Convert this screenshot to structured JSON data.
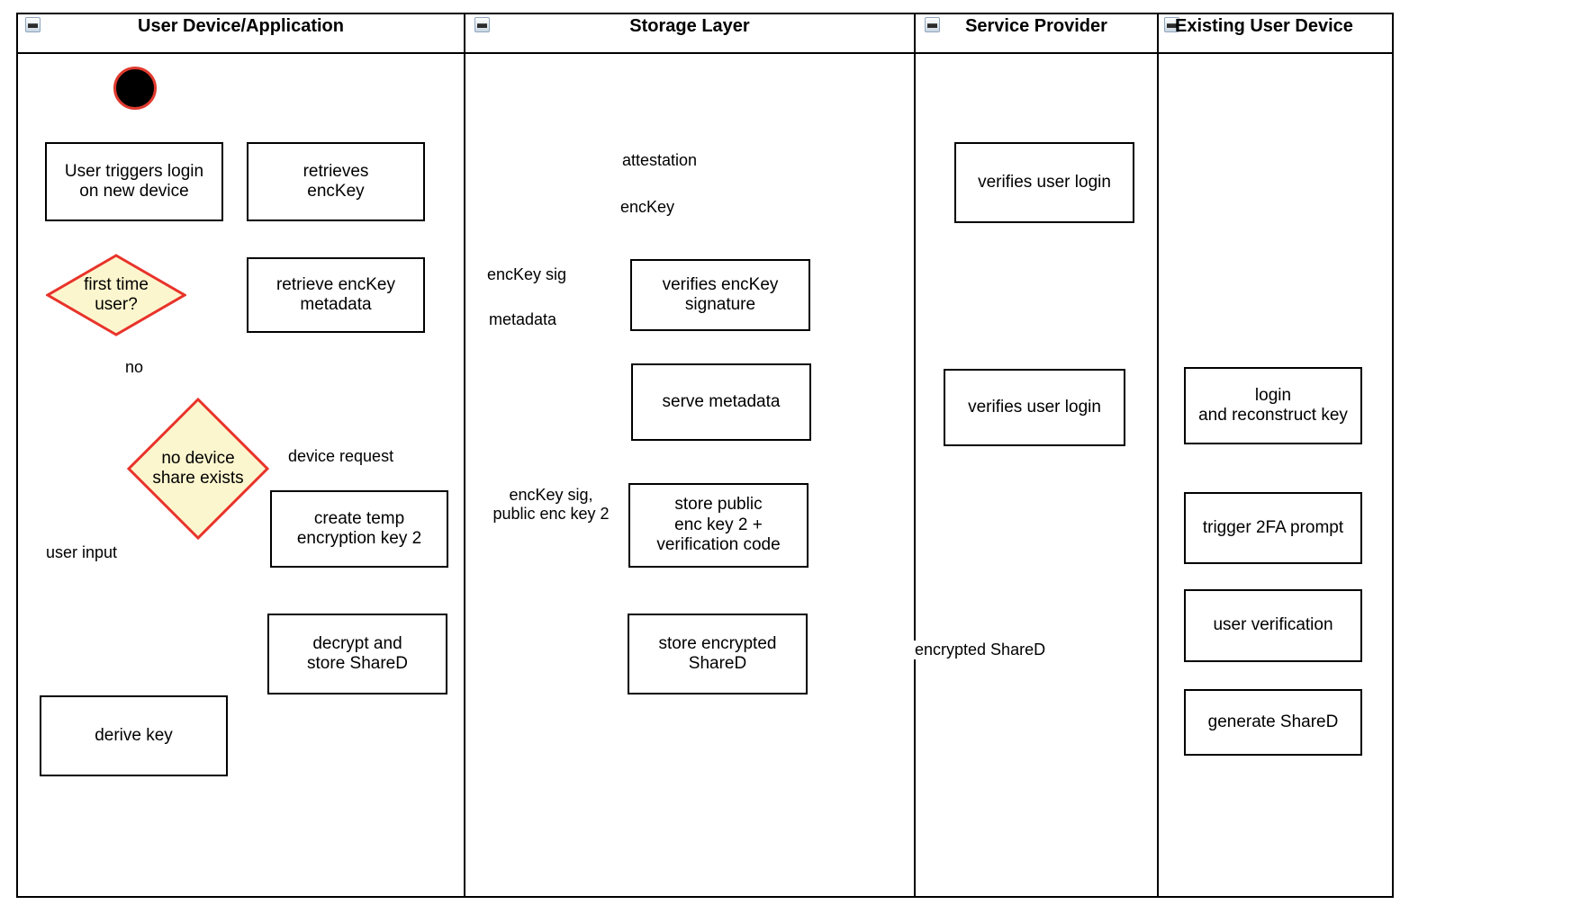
{
  "diagram": {
    "type": "uml-activity-swimlane",
    "title": "Key recovery / device onboarding activity diagram",
    "colors": {
      "edge": "#a05048",
      "decision_fill": "#fcf6ce",
      "decision_stroke": "#e8332a",
      "node_stroke": "#000000",
      "start_fill": "#000000",
      "start_stroke": "#e03a2f",
      "lane_stroke": "#000000",
      "background": "#ffffff"
    },
    "lanes": [
      {
        "id": "user-device",
        "label": "User Device/Application",
        "collapse_icon": "collapse-minus-icon"
      },
      {
        "id": "storage-layer",
        "label": "Storage Layer",
        "collapse_icon": "collapse-minus-icon"
      },
      {
        "id": "service-provider",
        "label": "Service Provider",
        "collapse_icon": "collapse-minus-icon"
      },
      {
        "id": "existing-device",
        "label": "Existing User Device",
        "collapse_icon": "collapse-minus-icon"
      }
    ],
    "nodes": [
      {
        "id": "start",
        "lane": "user-device",
        "kind": "initial",
        "label": ""
      },
      {
        "id": "trigger-login",
        "lane": "user-device",
        "kind": "action",
        "label": "User triggers login\non new device"
      },
      {
        "id": "retrieves-enckey",
        "lane": "user-device",
        "kind": "action",
        "label": "retrieves\nencKey"
      },
      {
        "id": "retrieve-meta",
        "lane": "user-device",
        "kind": "action",
        "label": "retrieve encKey\nmetadata"
      },
      {
        "id": "first-time-user",
        "lane": "user-device",
        "kind": "decision",
        "label": "first time\nuser?"
      },
      {
        "id": "no-device-share",
        "lane": "user-device",
        "kind": "decision",
        "label": "no device\nshare exists"
      },
      {
        "id": "create-temp-key",
        "lane": "user-device",
        "kind": "action",
        "label": "create temp\nencryption key 2"
      },
      {
        "id": "decrypt-store",
        "lane": "user-device",
        "kind": "action",
        "label": "decrypt and\nstore ShareD"
      },
      {
        "id": "derive-key",
        "lane": "user-device",
        "kind": "action",
        "label": "derive key"
      },
      {
        "id": "verifies-sig",
        "lane": "storage-layer",
        "kind": "action",
        "label": "verifies encKey\nsignature"
      },
      {
        "id": "serve-metadata",
        "lane": "storage-layer",
        "kind": "action",
        "label": "serve metadata"
      },
      {
        "id": "store-public-key",
        "lane": "storage-layer",
        "kind": "action",
        "label": "store public\nenc key 2 +\nverification code"
      },
      {
        "id": "store-encrypted",
        "lane": "storage-layer",
        "kind": "action",
        "label": "store encrypted\nShareD"
      },
      {
        "id": "verifies-login-1",
        "lane": "service-provider",
        "kind": "action",
        "label": "verifies user login"
      },
      {
        "id": "verifies-login-2",
        "lane": "service-provider",
        "kind": "action",
        "label": "verifies user login"
      },
      {
        "id": "login-reconstruct",
        "lane": "existing-device",
        "kind": "action",
        "label": "login\nand reconstruct key"
      },
      {
        "id": "trigger-2fa",
        "lane": "existing-device",
        "kind": "action",
        "label": "trigger 2FA prompt"
      },
      {
        "id": "user-verification",
        "lane": "existing-device",
        "kind": "action",
        "label": "user verification"
      },
      {
        "id": "generate-shared",
        "lane": "existing-device",
        "kind": "action",
        "label": "generate ShareD"
      }
    ],
    "edges": [
      {
        "from": "start",
        "to": "trigger-login",
        "label": ""
      },
      {
        "from": "trigger-login",
        "to": "retrieves-enckey",
        "label": ""
      },
      {
        "from": "retrieves-enckey",
        "to": "verifies-login-1",
        "label": "attestation"
      },
      {
        "from": "verifies-login-1",
        "to": "retrieves-enckey",
        "label": "encKey"
      },
      {
        "from": "retrieves-enckey",
        "to": "retrieve-meta",
        "label": ""
      },
      {
        "from": "retrieve-meta",
        "to": "verifies-sig",
        "label": "encKey sig"
      },
      {
        "from": "verifies-sig",
        "to": "retrieve-meta",
        "label": "metadata"
      },
      {
        "from": "retrieve-meta",
        "to": "first-time-user",
        "label": ""
      },
      {
        "from": "first-time-user",
        "to": "no-device-share",
        "label": "no"
      },
      {
        "from": "no-device-share",
        "to": "create-temp-key",
        "label": "device request"
      },
      {
        "from": "no-device-share",
        "to": "derive-key",
        "label": "user input"
      },
      {
        "from": "create-temp-key",
        "to": "store-public-key",
        "label": "encKey sig,\npublic enc key 2"
      },
      {
        "from": "login-reconstruct",
        "to": "verifies-login-2",
        "label": ""
      },
      {
        "from": "verifies-login-2",
        "to": "serve-metadata",
        "label": ""
      },
      {
        "from": "serve-metadata",
        "to": "verifies-login-2",
        "label": ""
      },
      {
        "from": "verifies-login-2",
        "to": "login-reconstruct",
        "label": ""
      },
      {
        "from": "login-reconstruct",
        "to": "trigger-2fa",
        "label": ""
      },
      {
        "from": "store-public-key",
        "to": "trigger-2fa",
        "label": ""
      },
      {
        "from": "trigger-2fa",
        "to": "user-verification",
        "label": ""
      },
      {
        "from": "user-verification",
        "to": "generate-shared",
        "label": ""
      },
      {
        "from": "generate-shared",
        "to": "store-encrypted",
        "label": "encrypted ShareD"
      },
      {
        "from": "store-encrypted",
        "to": "decrypt-store",
        "label": ""
      },
      {
        "from": "decrypt-store",
        "to": "derive-key",
        "label": ""
      }
    ],
    "labels": {
      "lane1": "User Device/Application",
      "lane2": "Storage Layer",
      "lane3": "Service Provider",
      "lane4": "Existing User Device",
      "n_trigger_login_1": "User triggers login",
      "n_trigger_login_2": "on new device",
      "n_retrieves_1": "retrieves",
      "n_retrieves_2": "encKey",
      "n_retrieve_meta_1": "retrieve encKey",
      "n_retrieve_meta_2": "metadata",
      "n_first_time_1": "first time",
      "n_first_time_2": "user?",
      "n_no_device_1": "no device",
      "n_no_device_2": "share exists",
      "n_create_temp_1": "create temp",
      "n_create_temp_2": "encryption key 2",
      "n_decrypt_1": "decrypt and",
      "n_decrypt_2": "store ShareD",
      "n_derive": "derive key",
      "n_verifies_sig_1": "verifies encKey",
      "n_verifies_sig_2": "signature",
      "n_serve_metadata": "serve metadata",
      "n_store_public_1": "store public",
      "n_store_public_2": "enc key 2 +",
      "n_store_public_3": "verification code",
      "n_store_encrypted_1": "store encrypted",
      "n_store_encrypted_2": "ShareD",
      "n_verifies_login_1": "verifies user login",
      "n_verifies_login_2": "verifies user login",
      "n_login_reconstruct_1": "login",
      "n_login_reconstruct_2": "and reconstruct key",
      "n_trigger_2fa": "trigger 2FA prompt",
      "n_user_verification": "user verification",
      "n_generate_shared": "generate ShareD",
      "e_attestation": "attestation",
      "e_enckey": "encKey",
      "e_enckey_sig": "encKey sig",
      "e_metadata": "metadata",
      "e_no": "no",
      "e_device_request": "device request",
      "e_user_input": "user input",
      "e_enckey_sig2_1": "encKey sig,",
      "e_enckey_sig2_2": "public enc key 2",
      "e_encrypted_shared": "encrypted ShareD"
    }
  }
}
